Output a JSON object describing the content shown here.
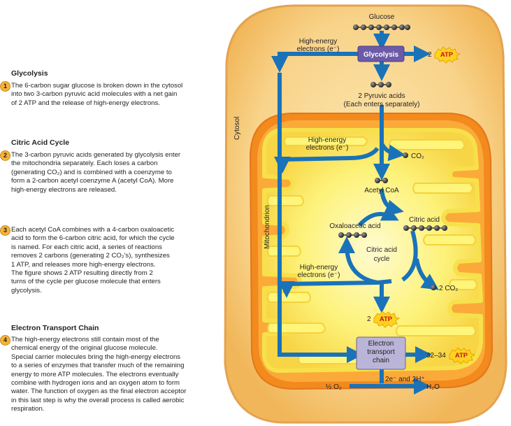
{
  "steps": [
    {
      "num": "1",
      "title": "Glycolysis",
      "lines": [
        "The 6-carbon sugar glucose is broken down in the cytosol",
        "into two 3-carbon pyruvic acid molecules with a net gain",
        "of 2 ATP and the release of high-energy electrons."
      ]
    },
    {
      "num": "2",
      "title": "Citric Acid Cycle",
      "lines": [
        "The 3-carbon pyruvic acids generated by glycolysis enter",
        "the mitochondria separately. Each loses a carbon",
        "(generating CO₂) and is combined with a coenzyme to",
        "form a 2-carbon acetyl coenzyme A (acetyl CoA). More",
        "high-energy electrons are released."
      ]
    },
    {
      "num": "3",
      "title": "",
      "lines": [
        "Each acetyl CoA combines with a 4-carbon oxaloacetic",
        "acid to form the 6-carbon citric acid, for which the cycle",
        "is named. For each citric acid, a series of reactions",
        "removes 2 carbons (generating 2 CO₂'s), synthesizes",
        "1 ATP, and releases more high-energy electrons.",
        "The figure shows 2 ATP resulting directly from 2",
        "turns of the cycle per glucose molecule that enters",
        "glycolysis."
      ]
    },
    {
      "num": "4",
      "title": "Electron Transport Chain",
      "lines": [
        "The high-energy electrons still contain most of the",
        "chemical energy of the original glucose molecule.",
        "Special carrier molecules bring the high-energy electrons",
        "to a series of enzymes that transfer much of the remaining",
        "energy to more ATP molecules. The electrons eventually",
        "combine with hydrogen ions and an oxygen atom to form",
        "water. The function of oxygen as the final electron acceptor",
        "in this last step is why the overall process is called aerobic",
        "respiration."
      ]
    }
  ],
  "diagram": {
    "glucose": "Glucose",
    "glycolysis": "Glycolysis",
    "he_glycolysis": [
      "High-energy",
      "electrons (e⁻)"
    ],
    "two_atp_glycolysis": "2",
    "atp": "ATP",
    "pyruvic": [
      "2 Pyruvic acids",
      "(Each enters separately)"
    ],
    "cytosol": "Cytosol",
    "mitochondrion": "Mitochondrion",
    "he_citric": [
      "High-energy",
      "electrons (e⁻)"
    ],
    "co2": "CO₂",
    "acetyl": "Acetyl CoA",
    "oxaloacetic": "Oxaloacetic acid",
    "citric_acid": "Citric acid",
    "cycle": [
      "Citric acid",
      "cycle"
    ],
    "he_cycle": [
      "High-energy",
      "electrons (e⁻)"
    ],
    "two_co2": "2 CO₂",
    "two_atp_cycle": "2",
    "etc": [
      "Electron",
      "transport",
      "chain"
    ],
    "etc_atp": "32–34",
    "electrons_h": "2e⁻ and 2H⁺",
    "half_o2": "½ O₂",
    "h2o": "H₂O"
  },
  "colors": {
    "cytosol_fill": "#f6c773",
    "cytosol_edge": "#e08a2b",
    "mito_outer": "#f08a1f",
    "mito_inner": "#fbb53f",
    "matrix": "#fdf36f",
    "crista": "#fde95a",
    "arrow": "#1a72b9",
    "glycolysis_box": "#6b5aa8",
    "etc_box": "#b9b4d8",
    "atp_star": "#ffd21f",
    "step_num": "#f6b33a"
  }
}
